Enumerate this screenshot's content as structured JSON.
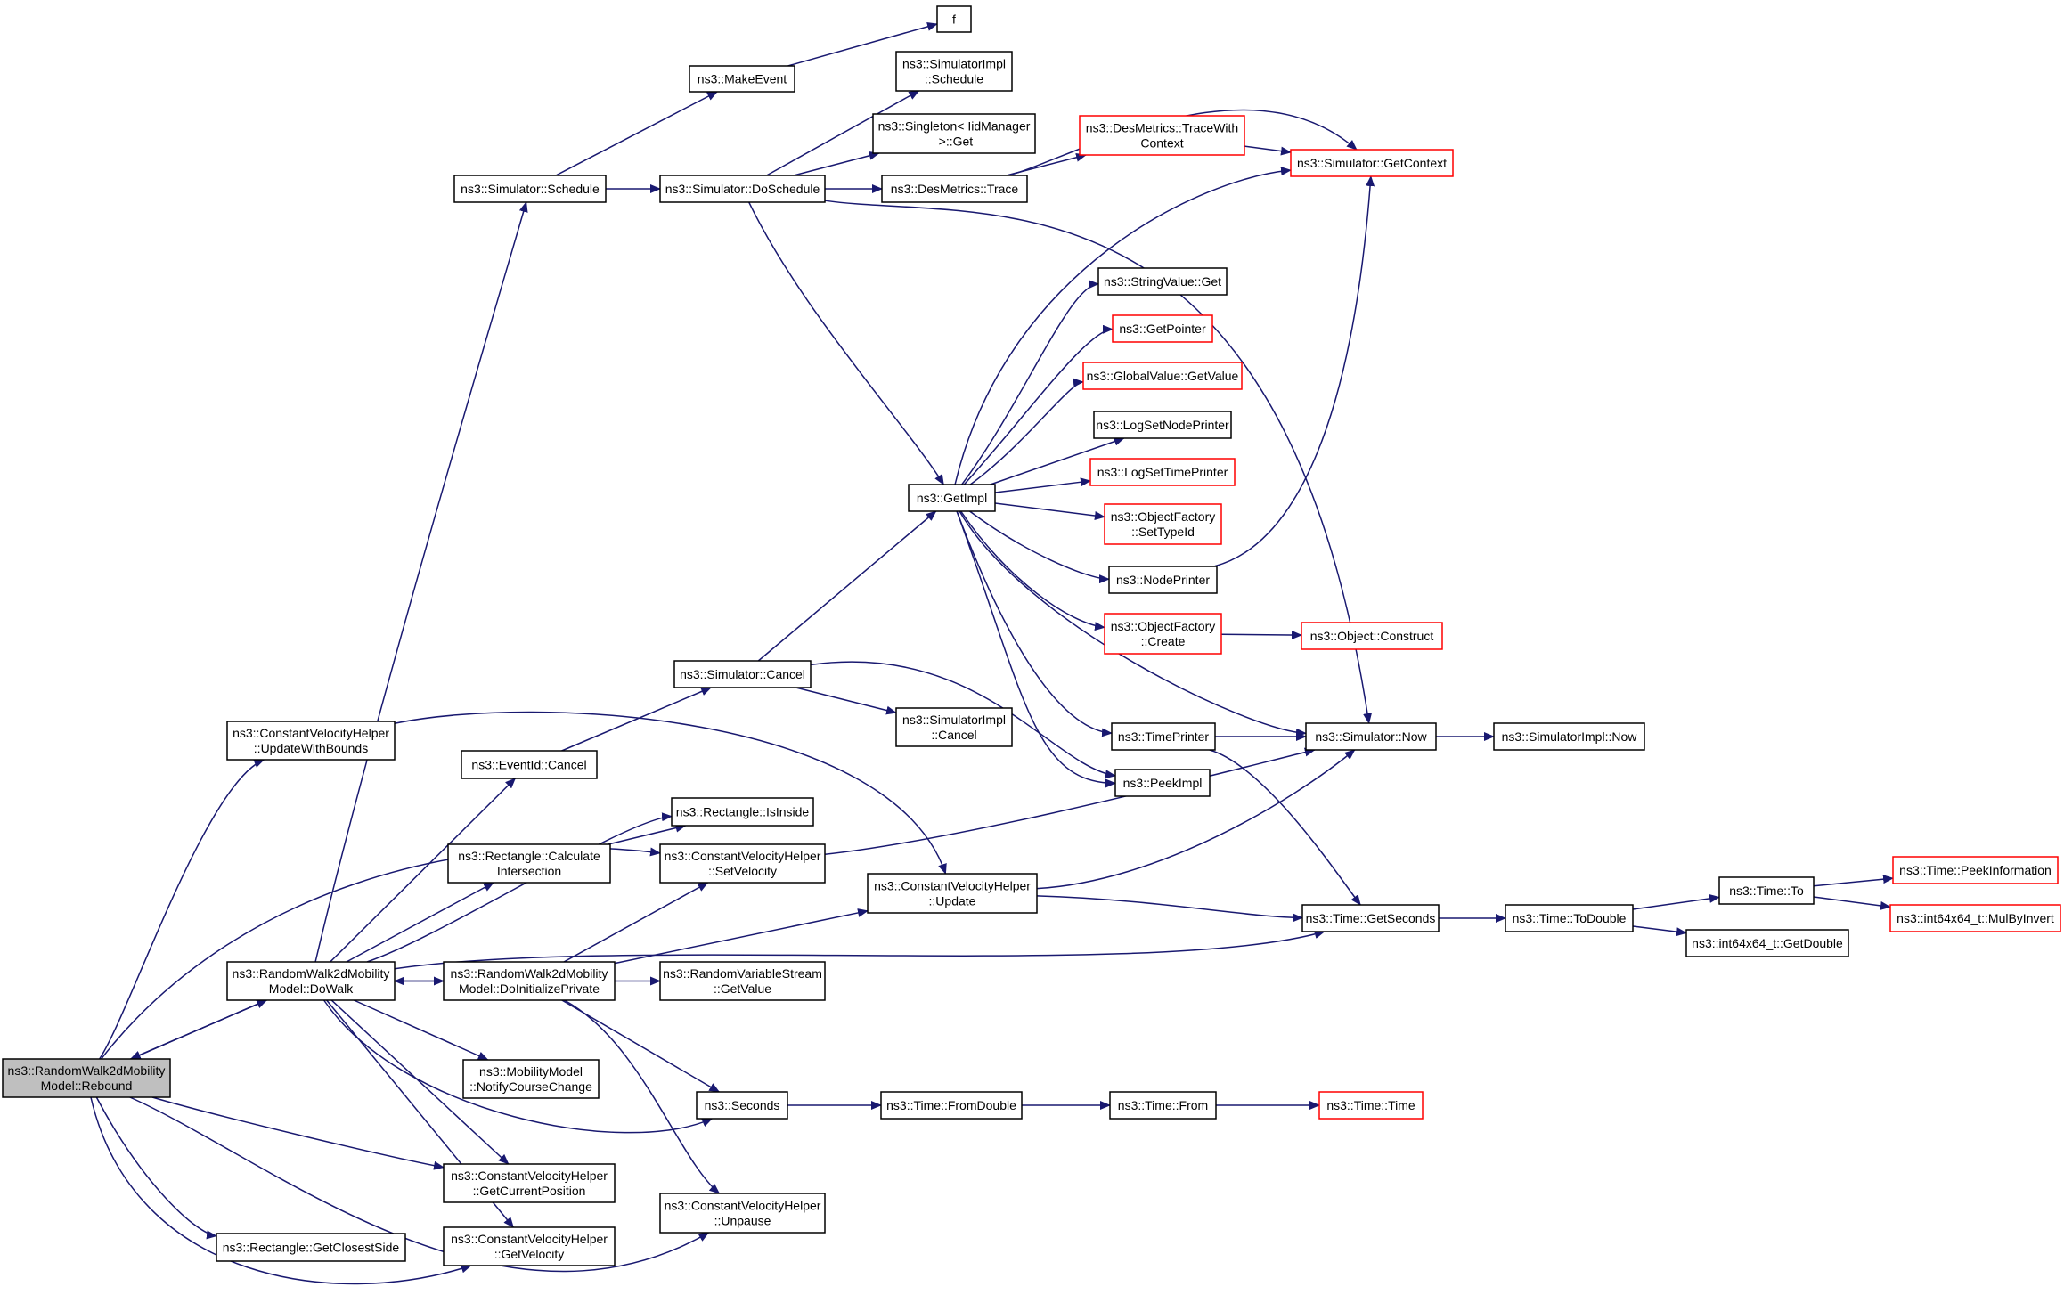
{
  "colors": {
    "edge": "#191970",
    "border_normal": "#000000",
    "border_truncated": "#ff0000",
    "root_fill": "#bfbfbf",
    "node_fill": "#ffffff"
  },
  "nodes": [
    {
      "id": "rebound",
      "lines": [
        "ns3::RandomWalk2dMobility",
        "Model::Rebound"
      ],
      "style": "root"
    },
    {
      "id": "updatewithbounds",
      "lines": [
        "ns3::ConstantVelocityHelper",
        "::UpdateWithBounds"
      ],
      "style": "normal"
    },
    {
      "id": "dowalk",
      "lines": [
        "ns3::RandomWalk2dMobility",
        "Model::DoWalk"
      ],
      "style": "normal"
    },
    {
      "id": "getclosestside",
      "lines": [
        "ns3::Rectangle::GetClosestSide"
      ],
      "style": "normal"
    },
    {
      "id": "schedule",
      "lines": [
        "ns3::Simulator::Schedule"
      ],
      "style": "normal"
    },
    {
      "id": "eventid_cancel",
      "lines": [
        "ns3::EventId::Cancel"
      ],
      "style": "normal"
    },
    {
      "id": "calcintersection",
      "lines": [
        "ns3::Rectangle::Calculate",
        "Intersection"
      ],
      "style": "normal"
    },
    {
      "id": "doinitprivate",
      "lines": [
        "ns3::RandomWalk2dMobility",
        "Model::DoInitializePrivate"
      ],
      "style": "normal"
    },
    {
      "id": "notifycourse",
      "lines": [
        "ns3::MobilityModel",
        "::NotifyCourseChange"
      ],
      "style": "normal"
    },
    {
      "id": "getcurrentpos",
      "lines": [
        "ns3::ConstantVelocityHelper",
        "::GetCurrentPosition"
      ],
      "style": "normal"
    },
    {
      "id": "getvelocity",
      "lines": [
        "ns3::ConstantVelocityHelper",
        "::GetVelocity"
      ],
      "style": "normal"
    },
    {
      "id": "makeevent",
      "lines": [
        "ns3::MakeEvent"
      ],
      "style": "normal"
    },
    {
      "id": "doschedule",
      "lines": [
        "ns3::Simulator::DoSchedule"
      ],
      "style": "normal"
    },
    {
      "id": "sim_cancel",
      "lines": [
        "ns3::Simulator::Cancel"
      ],
      "style": "normal"
    },
    {
      "id": "isinside",
      "lines": [
        "ns3::Rectangle::IsInside"
      ],
      "style": "normal"
    },
    {
      "id": "setvelocity",
      "lines": [
        "ns3::ConstantVelocityHelper",
        "::SetVelocity"
      ],
      "style": "normal"
    },
    {
      "id": "rvs_getvalue",
      "lines": [
        "ns3::RandomVariableStream",
        "::GetValue"
      ],
      "style": "normal"
    },
    {
      "id": "seconds",
      "lines": [
        "ns3::Seconds"
      ],
      "style": "normal"
    },
    {
      "id": "unpause",
      "lines": [
        "ns3::ConstantVelocityHelper",
        "::Unpause"
      ],
      "style": "normal"
    },
    {
      "id": "f",
      "lines": [
        "f"
      ],
      "style": "normal"
    },
    {
      "id": "simimpl_schedule",
      "lines": [
        "ns3::SimulatorImpl",
        "::Schedule"
      ],
      "style": "normal"
    },
    {
      "id": "singleton_get",
      "lines": [
        "ns3::Singleton< IidManager",
        " >::Get"
      ],
      "style": "normal"
    },
    {
      "id": "desmetrics_trace",
      "lines": [
        "ns3::DesMetrics::Trace"
      ],
      "style": "normal"
    },
    {
      "id": "getimpl",
      "lines": [
        "ns3::GetImpl"
      ],
      "style": "normal"
    },
    {
      "id": "simimpl_cancel",
      "lines": [
        "ns3::SimulatorImpl",
        "::Cancel"
      ],
      "style": "normal"
    },
    {
      "id": "cvh_update",
      "lines": [
        "ns3::ConstantVelocityHelper",
        "::Update"
      ],
      "style": "normal"
    },
    {
      "id": "timefromdouble",
      "lines": [
        "ns3::Time::FromDouble"
      ],
      "style": "normal"
    },
    {
      "id": "tracewithcontext",
      "lines": [
        "ns3::DesMetrics::TraceWith",
        "Context"
      ],
      "style": "truncated"
    },
    {
      "id": "stringvalue_get",
      "lines": [
        "ns3::StringValue::Get"
      ],
      "style": "normal"
    },
    {
      "id": "getpointer",
      "lines": [
        "ns3::GetPointer"
      ],
      "style": "truncated"
    },
    {
      "id": "globalvalue_get",
      "lines": [
        "ns3::GlobalValue::GetValue"
      ],
      "style": "truncated"
    },
    {
      "id": "logsetnodeprinter",
      "lines": [
        "ns3::LogSetNodePrinter"
      ],
      "style": "normal"
    },
    {
      "id": "logsettimeprinter",
      "lines": [
        "ns3::LogSetTimePrinter"
      ],
      "style": "truncated"
    },
    {
      "id": "of_settypeid",
      "lines": [
        "ns3::ObjectFactory",
        "::SetTypeId"
      ],
      "style": "truncated"
    },
    {
      "id": "nodeprinter",
      "lines": [
        "ns3::NodePrinter"
      ],
      "style": "normal"
    },
    {
      "id": "of_create",
      "lines": [
        "ns3::ObjectFactory",
        "::Create"
      ],
      "style": "truncated"
    },
    {
      "id": "timeprinter",
      "lines": [
        "ns3::TimePrinter"
      ],
      "style": "normal"
    },
    {
      "id": "peekimpl",
      "lines": [
        "ns3::PeekImpl"
      ],
      "style": "normal"
    },
    {
      "id": "time_from",
      "lines": [
        "ns3::Time::From"
      ],
      "style": "normal"
    },
    {
      "id": "getcontext",
      "lines": [
        "ns3::Simulator::GetContext"
      ],
      "style": "truncated"
    },
    {
      "id": "object_construct",
      "lines": [
        "ns3::Object::Construct"
      ],
      "style": "truncated"
    },
    {
      "id": "sim_now",
      "lines": [
        "ns3::Simulator::Now"
      ],
      "style": "normal"
    },
    {
      "id": "getseconds",
      "lines": [
        "ns3::Time::GetSeconds"
      ],
      "style": "normal"
    },
    {
      "id": "time_time",
      "lines": [
        "ns3::Time::Time"
      ],
      "style": "truncated"
    },
    {
      "id": "simimpl_now",
      "lines": [
        "ns3::SimulatorImpl::Now"
      ],
      "style": "normal"
    },
    {
      "id": "todouble",
      "lines": [
        "ns3::Time::ToDouble"
      ],
      "style": "normal"
    },
    {
      "id": "time_to",
      "lines": [
        "ns3::Time::To"
      ],
      "style": "normal"
    },
    {
      "id": "int64_getdouble",
      "lines": [
        "ns3::int64x64_t::GetDouble"
      ],
      "style": "normal"
    },
    {
      "id": "peekinformation",
      "lines": [
        "ns3::Time::PeekInformation"
      ],
      "style": "truncated"
    },
    {
      "id": "mulbyinvert",
      "lines": [
        "ns3::int64x64_t::MulByInvert"
      ],
      "style": "truncated"
    }
  ],
  "edges": [
    [
      "rebound",
      "updatewithbounds"
    ],
    [
      "rebound",
      "dowalk"
    ],
    [
      "rebound",
      "setvelocity"
    ],
    [
      "rebound",
      "getcurrentpos"
    ],
    [
      "rebound",
      "getclosestside"
    ],
    [
      "rebound",
      "getvelocity"
    ],
    [
      "rebound",
      "unpause"
    ],
    [
      "updatewithbounds",
      "cvh_update"
    ],
    [
      "dowalk",
      "rebound"
    ],
    [
      "dowalk",
      "schedule"
    ],
    [
      "dowalk",
      "eventid_cancel"
    ],
    [
      "dowalk",
      "calcintersection"
    ],
    [
      "dowalk",
      "isinside"
    ],
    [
      "dowalk",
      "doinitprivate"
    ],
    [
      "dowalk",
      "notifycourse"
    ],
    [
      "dowalk",
      "seconds"
    ],
    [
      "dowalk",
      "getcurrentpos"
    ],
    [
      "dowalk",
      "getvelocity"
    ],
    [
      "dowalk",
      "getseconds"
    ],
    [
      "doinitprivate",
      "dowalk"
    ],
    [
      "doinitprivate",
      "setvelocity"
    ],
    [
      "doinitprivate",
      "cvh_update"
    ],
    [
      "doinitprivate",
      "rvs_getvalue"
    ],
    [
      "doinitprivate",
      "seconds"
    ],
    [
      "doinitprivate",
      "unpause"
    ],
    [
      "calcintersection",
      "isinside"
    ],
    [
      "schedule",
      "makeevent"
    ],
    [
      "schedule",
      "doschedule"
    ],
    [
      "makeevent",
      "f"
    ],
    [
      "doschedule",
      "simimpl_schedule"
    ],
    [
      "doschedule",
      "singleton_get"
    ],
    [
      "doschedule",
      "desmetrics_trace"
    ],
    [
      "doschedule",
      "getimpl"
    ],
    [
      "doschedule",
      "sim_now"
    ],
    [
      "desmetrics_trace",
      "tracewithcontext"
    ],
    [
      "desmetrics_trace",
      "getcontext"
    ],
    [
      "tracewithcontext",
      "getcontext"
    ],
    [
      "eventid_cancel",
      "sim_cancel"
    ],
    [
      "sim_cancel",
      "getimpl"
    ],
    [
      "sim_cancel",
      "simimpl_cancel"
    ],
    [
      "sim_cancel",
      "peekimpl"
    ],
    [
      "getimpl",
      "getcontext"
    ],
    [
      "getimpl",
      "stringvalue_get"
    ],
    [
      "getimpl",
      "getpointer"
    ],
    [
      "getimpl",
      "globalvalue_get"
    ],
    [
      "getimpl",
      "logsetnodeprinter"
    ],
    [
      "getimpl",
      "logsettimeprinter"
    ],
    [
      "getimpl",
      "of_settypeid"
    ],
    [
      "getimpl",
      "nodeprinter"
    ],
    [
      "getimpl",
      "of_create"
    ],
    [
      "getimpl",
      "timeprinter"
    ],
    [
      "getimpl",
      "peekimpl"
    ],
    [
      "getimpl",
      "sim_now"
    ],
    [
      "nodeprinter",
      "getcontext"
    ],
    [
      "of_create",
      "object_construct"
    ],
    [
      "timeprinter",
      "sim_now"
    ],
    [
      "timeprinter",
      "getseconds"
    ],
    [
      "setvelocity",
      "sim_now"
    ],
    [
      "cvh_update",
      "sim_now"
    ],
    [
      "cvh_update",
      "getseconds"
    ],
    [
      "sim_now",
      "simimpl_now"
    ],
    [
      "getseconds",
      "todouble"
    ],
    [
      "todouble",
      "time_to"
    ],
    [
      "todouble",
      "int64_getdouble"
    ],
    [
      "time_to",
      "peekinformation"
    ],
    [
      "time_to",
      "mulbyinvert"
    ],
    [
      "seconds",
      "timefromdouble"
    ],
    [
      "timefromdouble",
      "time_from"
    ],
    [
      "time_from",
      "time_time"
    ]
  ]
}
